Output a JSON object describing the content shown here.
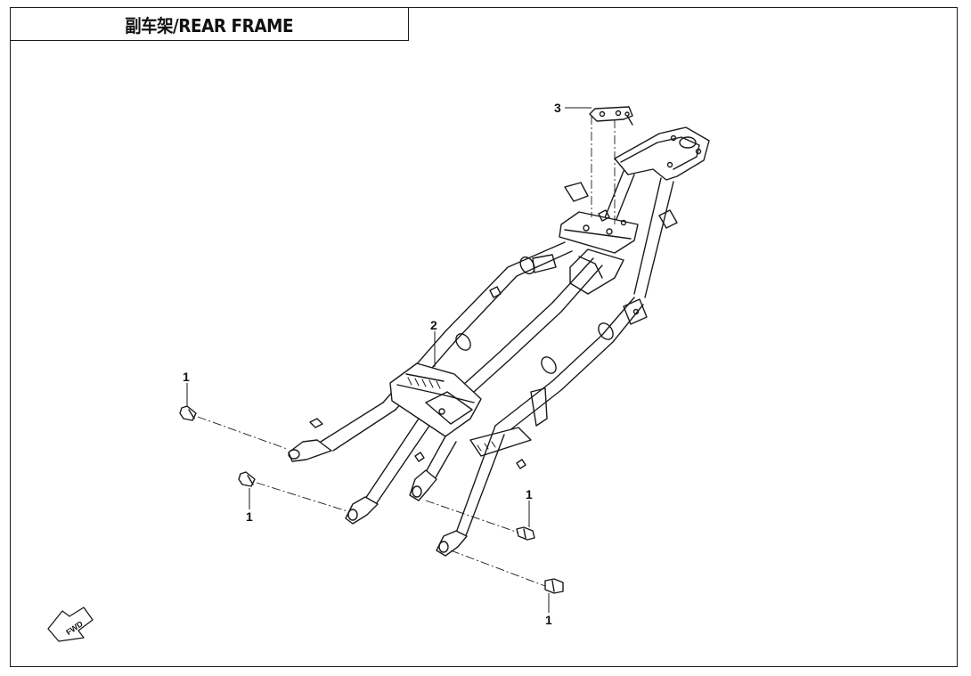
{
  "title": "副车架/REAR FRAME",
  "callouts": {
    "bolt_a": "1",
    "bolt_b": "1",
    "bolt_c": "1",
    "bolt_d": "1",
    "frame": "2",
    "bracket": "3"
  },
  "fwd_label": "FWD",
  "colors": {
    "line": "#1a1a1a",
    "background": "#ffffff"
  }
}
